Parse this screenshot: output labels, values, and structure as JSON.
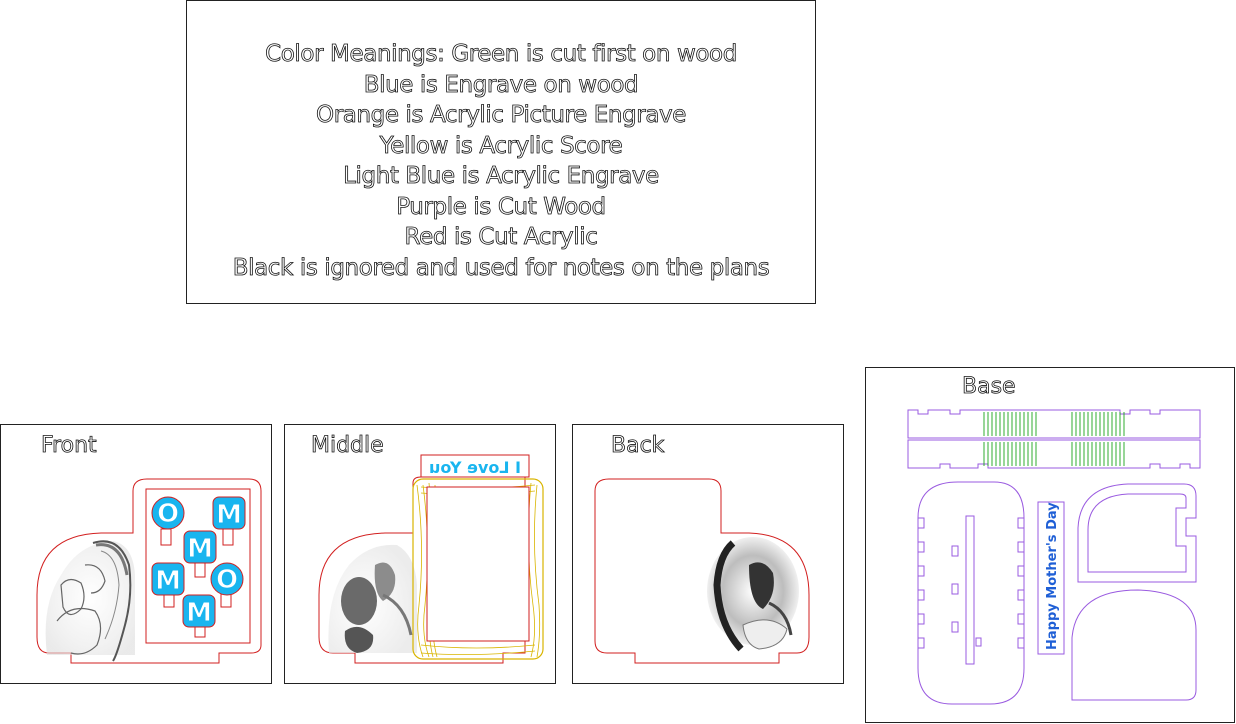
{
  "legend": {
    "lines": [
      "Color Meanings: Green is cut first on wood",
      "Blue is Engrave on wood",
      "Orange is Acrylic Picture Engrave",
      "Yellow is Acrylic Score",
      "Light Blue is Acrylic Engrave",
      "Purple is Cut Wood",
      "Red is Cut Acrylic",
      "Black is ignored and used for notes on the plans"
    ]
  },
  "panels": {
    "front": {
      "label": "Front",
      "letters": [
        "O",
        "M",
        "M",
        "M",
        "O",
        "M"
      ]
    },
    "middle": {
      "label": "Middle",
      "banner": "I Love You"
    },
    "back": {
      "label": "Back"
    },
    "base": {
      "label": "Base",
      "plaque": "Happy Mother's Day"
    }
  },
  "colors": {
    "green": "#1aa51a",
    "blue": "#1f5fd6",
    "orange": "#e08a1e",
    "yellow": "#d9b500",
    "light_blue": "#19b5ef",
    "purple": "#9a5be0",
    "red": "#d21f1f",
    "black": "#111111"
  }
}
